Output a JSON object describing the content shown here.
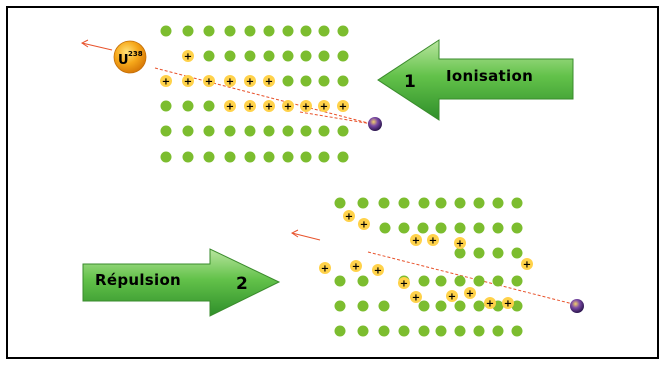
{
  "ion": {
    "element": "U",
    "mass_number": "238"
  },
  "step1": {
    "number": "1",
    "label": "Ionisation"
  },
  "step2": {
    "number": "2",
    "label": "Répulsion"
  },
  "charge_symbol": "+",
  "colors": {
    "atom": "#7cbd2f",
    "ion": "#ffd24a",
    "uranium": "#f6a81a",
    "projectile": "#5a2d80",
    "arrow_fill": "#4fb03c",
    "track": "#e8532c"
  }
}
